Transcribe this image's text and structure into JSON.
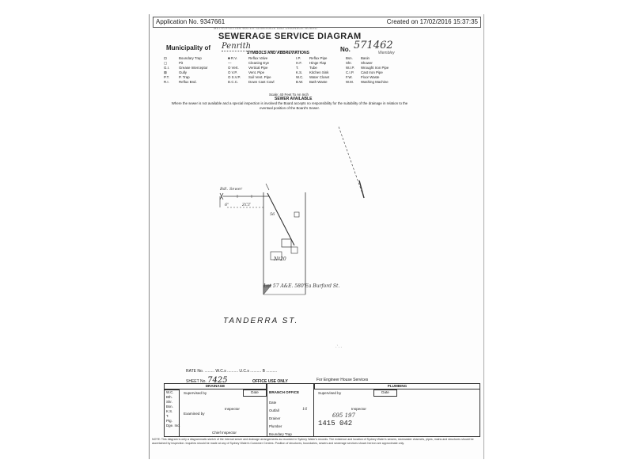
{
  "header": {
    "application": "Application No. 9347661",
    "created": "Created on 17/02/2016 15:37:35"
  },
  "authority_line": "METROPOLITAN WATER SEWERAGE AND DRAINAGE BOARD",
  "title": "SEWERAGE SERVICE DIAGRAM",
  "municipality_label": "Municipality of",
  "municipality_value": "Penrith",
  "number_label": "No.",
  "number_value": "571462",
  "number_extra": "Wembley",
  "symbols_heading": "SYMBOLS AND ABBREVIATIONS",
  "legend_col1": [
    "Boundary Trap",
    "Pit",
    "Grease Interceptor",
    "Gully",
    "P. Trap",
    "Reflux Bnd."
  ],
  "legend_col1_codes": [
    "⊡",
    "▢",
    "G.I.",
    "⊠",
    "P.T.",
    "R.I."
  ],
  "legend_col2": [
    "Reflux Valve",
    "Cleaning Eye",
    "Vertical Pipe",
    "Vent. Pipe",
    "Soil Vent. Pipe",
    "Down Cast Cowl"
  ],
  "legend_col2_codes": [
    "■ R.V.",
    "— ",
    "O Vert.",
    "O V.P.",
    "O S.V.P.",
    "D.C.C."
  ],
  "legend_col3": [
    "Reflux Pipe",
    "Hinge Flap",
    "Tube",
    "Kitchen Sink",
    "Water Closet",
    "Bath Waste"
  ],
  "legend_col3_codes": [
    "I.P.",
    "H.F.",
    "T.",
    "K.S.",
    "W.C.",
    "B.W."
  ],
  "legend_col4": [
    "Basin",
    "Shower",
    "Wrought Iron Pipe",
    "Cast Iron Pipe",
    "Floor Waste",
    "Washing Machine"
  ],
  "legend_col4_codes": [
    "Bsn.",
    "Shr.",
    "W.I.P.",
    "C.I.P.",
    "F.W.",
    "W.M."
  ],
  "scale": "Scale: 40 Feet To An Inch",
  "sewer_available": "SEWER AVAILABLE",
  "note": "Where the sewer is not available and a special inspection is involved the Board accepts no responsibility for the suitability of the drainage in relation to the eventual position of the Board's Sewer.",
  "drawing": {
    "sewer_label": "Sewer",
    "dim_left": "6\"",
    "dim_mid": "ZCT",
    "dim_sew": "Bdl.",
    "label_56": "56",
    "lot_label": "57",
    "street_address": "Lot 57   A&E. 580'Ea Burford St.",
    "house_number": "Nº20",
    "street_name": "TANDERRA    ST."
  },
  "rate_row": "RATE No.  .........  W.C.s ..........  U.C.s ..........  B ..........",
  "sheet_label": "SHEET No.",
  "sheet_value": "7425",
  "office_use": "OFFICE USE ONLY",
  "engineer_use": "For Engineer House Services",
  "drainage_heading": "DRAINAGE",
  "plumbing_heading": "PLUMBING",
  "left_rows": [
    "W.C.",
    "Bth.",
    "Shr.",
    "Bsn.",
    "K.S.",
    "T.",
    "Ptg.",
    "Dge. Inc."
  ],
  "supervised_by": "Supervised by",
  "date_label": "Date",
  "examined_by": "Examined by",
  "inspector": "Inspector",
  "chief_inspector": "Chief Inspector",
  "branch_office": "BRANCH OFFICE",
  "branch_rows": [
    "Date",
    "Outfall",
    "Drainer",
    "Plumber",
    "Boundary Trap"
  ],
  "outfall_value": "16",
  "plumbing_supervised": "Supervised by",
  "plumbing_date": "Date",
  "plumbing_inspector": "Inspector",
  "num_upper": "695   197",
  "num_lower": "1415 042",
  "footer": "NOTE: This diagram is only a diagrammatic sketch of the internal sewer and drainage arrangements as recorded in Sydney Water's records. The existence and location of Sydney Water's sewers, stormwater channels, pipes, mains and structures should be ascertained by inspection. Inquiries should be made at any of Sydney Water's Customer Centres. Position of structures, boundaries, sewers and sewerage services shown hereon are approximate only."
}
